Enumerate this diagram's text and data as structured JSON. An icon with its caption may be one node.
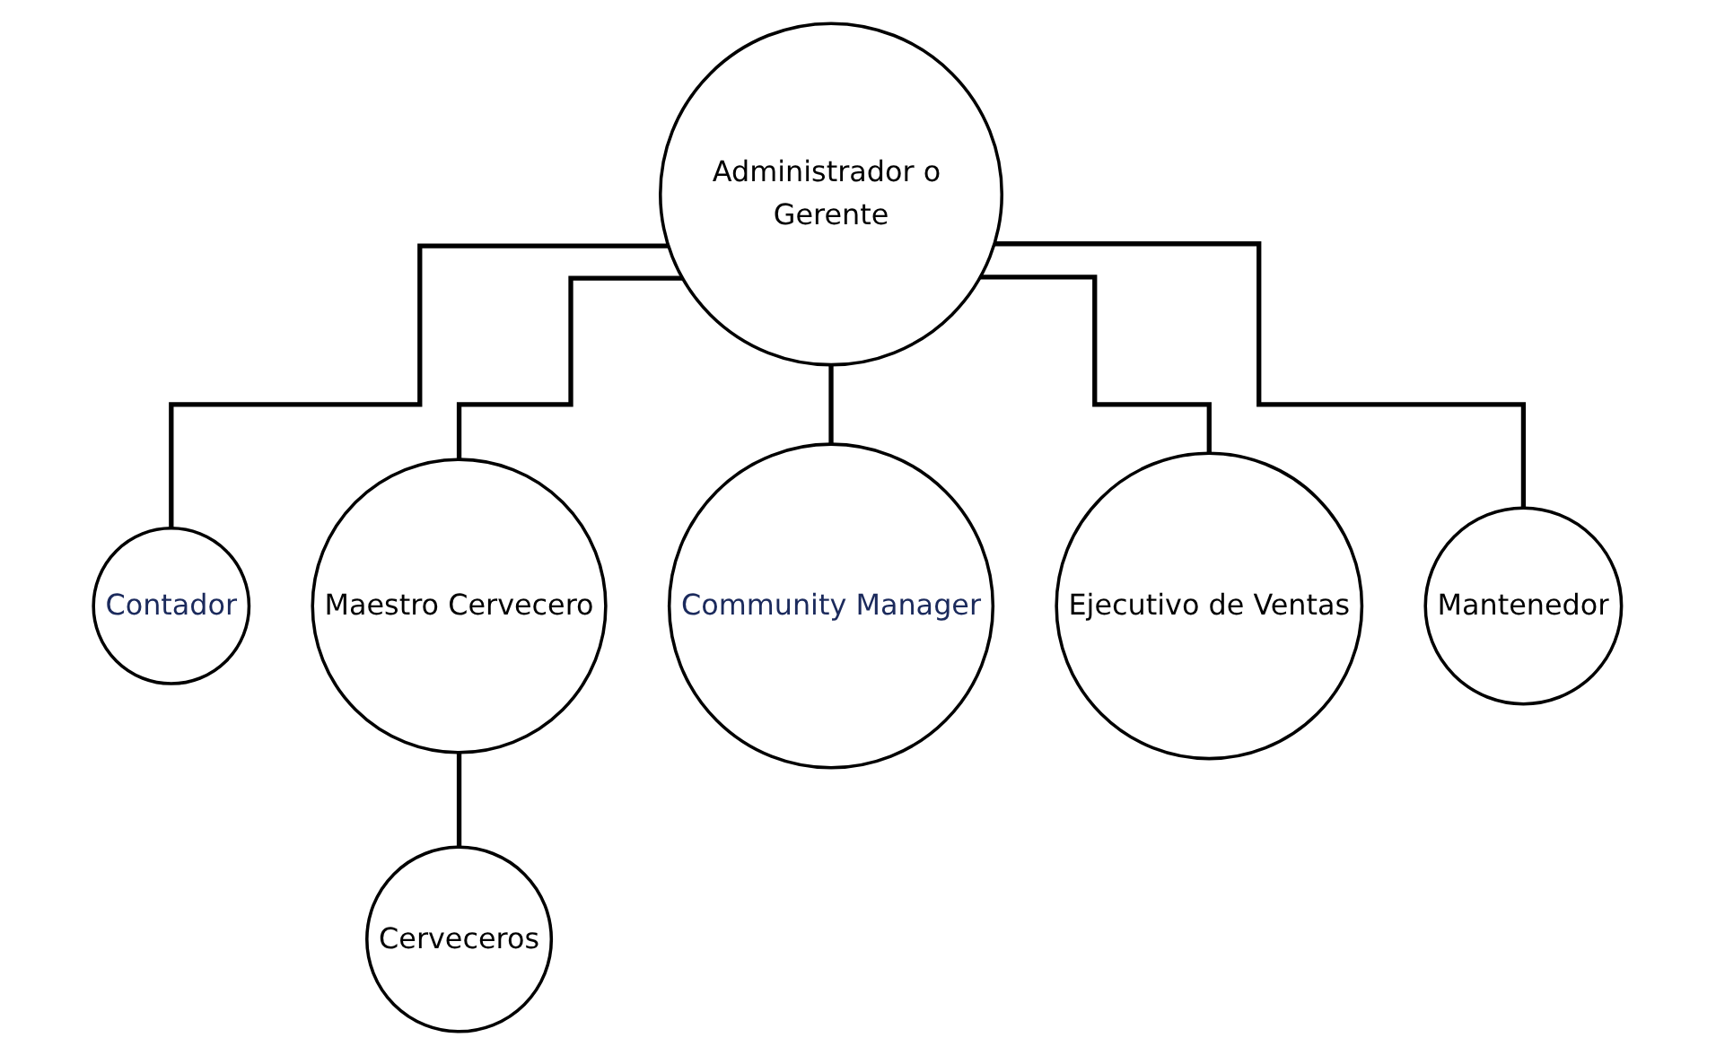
{
  "diagram": {
    "nodes": [
      {
        "text": [
          "Administrador o Gerente"
        ]
      },
      {
        "text": [
          "Contador"
        ]
      },
      {
        "text": [
          "Maestro Cervecero"
        ]
      },
      {
        "text": [
          "Community Manager"
        ]
      },
      {
        "text": [
          "Ejecutivo de Ventas"
        ]
      },
      {
        "text": [
          "Mantenedor"
        ]
      },
      {
        "text": [
          "Cerveceros"
        ]
      }
    ],
    "edges": [
      {
        "from": 0,
        "to": 1,
        "arrow": "none"
      },
      {
        "from": 0,
        "to": 2,
        "arrow": "none"
      },
      {
        "from": 0,
        "to": 3,
        "arrow": "none"
      },
      {
        "from": 0,
        "to": 4,
        "arrow": "none"
      },
      {
        "from": 0,
        "to": 5,
        "arrow": "none"
      },
      {
        "from": 2,
        "to": 6,
        "arrow": "none"
      }
    ]
  }
}
